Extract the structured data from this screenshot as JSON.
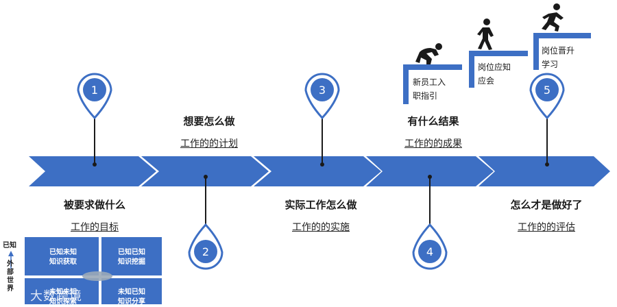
{
  "colors": {
    "accent": "#3d6fc4",
    "accent_light": "#5b8fdb",
    "line": "#1a1a1a",
    "bg": "#ffffff"
  },
  "markers": [
    "1",
    "2",
    "3",
    "4",
    "5"
  ],
  "stages": [
    {
      "title": "被要求做什么",
      "subtitle": "工作的目标"
    },
    {
      "title": "想要怎么做",
      "subtitle": "工作的的计划"
    },
    {
      "title": "实际工作怎么做",
      "subtitle": "工作的的实施"
    },
    {
      "title": "有什么结果",
      "subtitle": "工作的的成果"
    },
    {
      "title": "怎么才是做好了",
      "subtitle": "工作的的评估"
    }
  ],
  "stairs": {
    "step1": "新员工入\n职指引",
    "step2": "岗位应知\n应会",
    "step3": "岗位晋升\n学习",
    "icons": [
      "crouching-runner-icon",
      "walking-person-icon",
      "running-person-icon"
    ]
  },
  "matrix": {
    "quadrants": [
      "已知未知\n知识获取",
      "已知已知\n知识挖掘",
      "未知未知\n知识探索",
      "未知已知\n知识分享"
    ],
    "side_top": "已知",
    "side_axis": "外部世界"
  },
  "watermark": "大数跨境"
}
